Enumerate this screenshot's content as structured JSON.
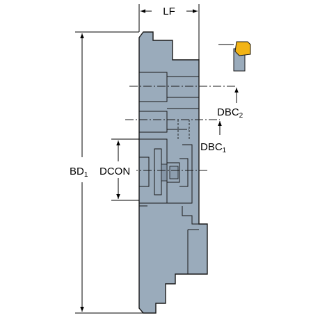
{
  "dimensions": {
    "lf": "LF",
    "bd": {
      "base": "BD",
      "sub": "1"
    },
    "dcon": "DCON",
    "dbc2": {
      "base": "DBC",
      "sub": "2"
    },
    "dbc1": {
      "base": "DBC",
      "sub": "1"
    }
  },
  "colors": {
    "body": "#9aabbb",
    "body_edge": "#1a1a1a",
    "insert": "#f2b416",
    "insert_holder": "#9aabbb",
    "line": "#000000"
  }
}
